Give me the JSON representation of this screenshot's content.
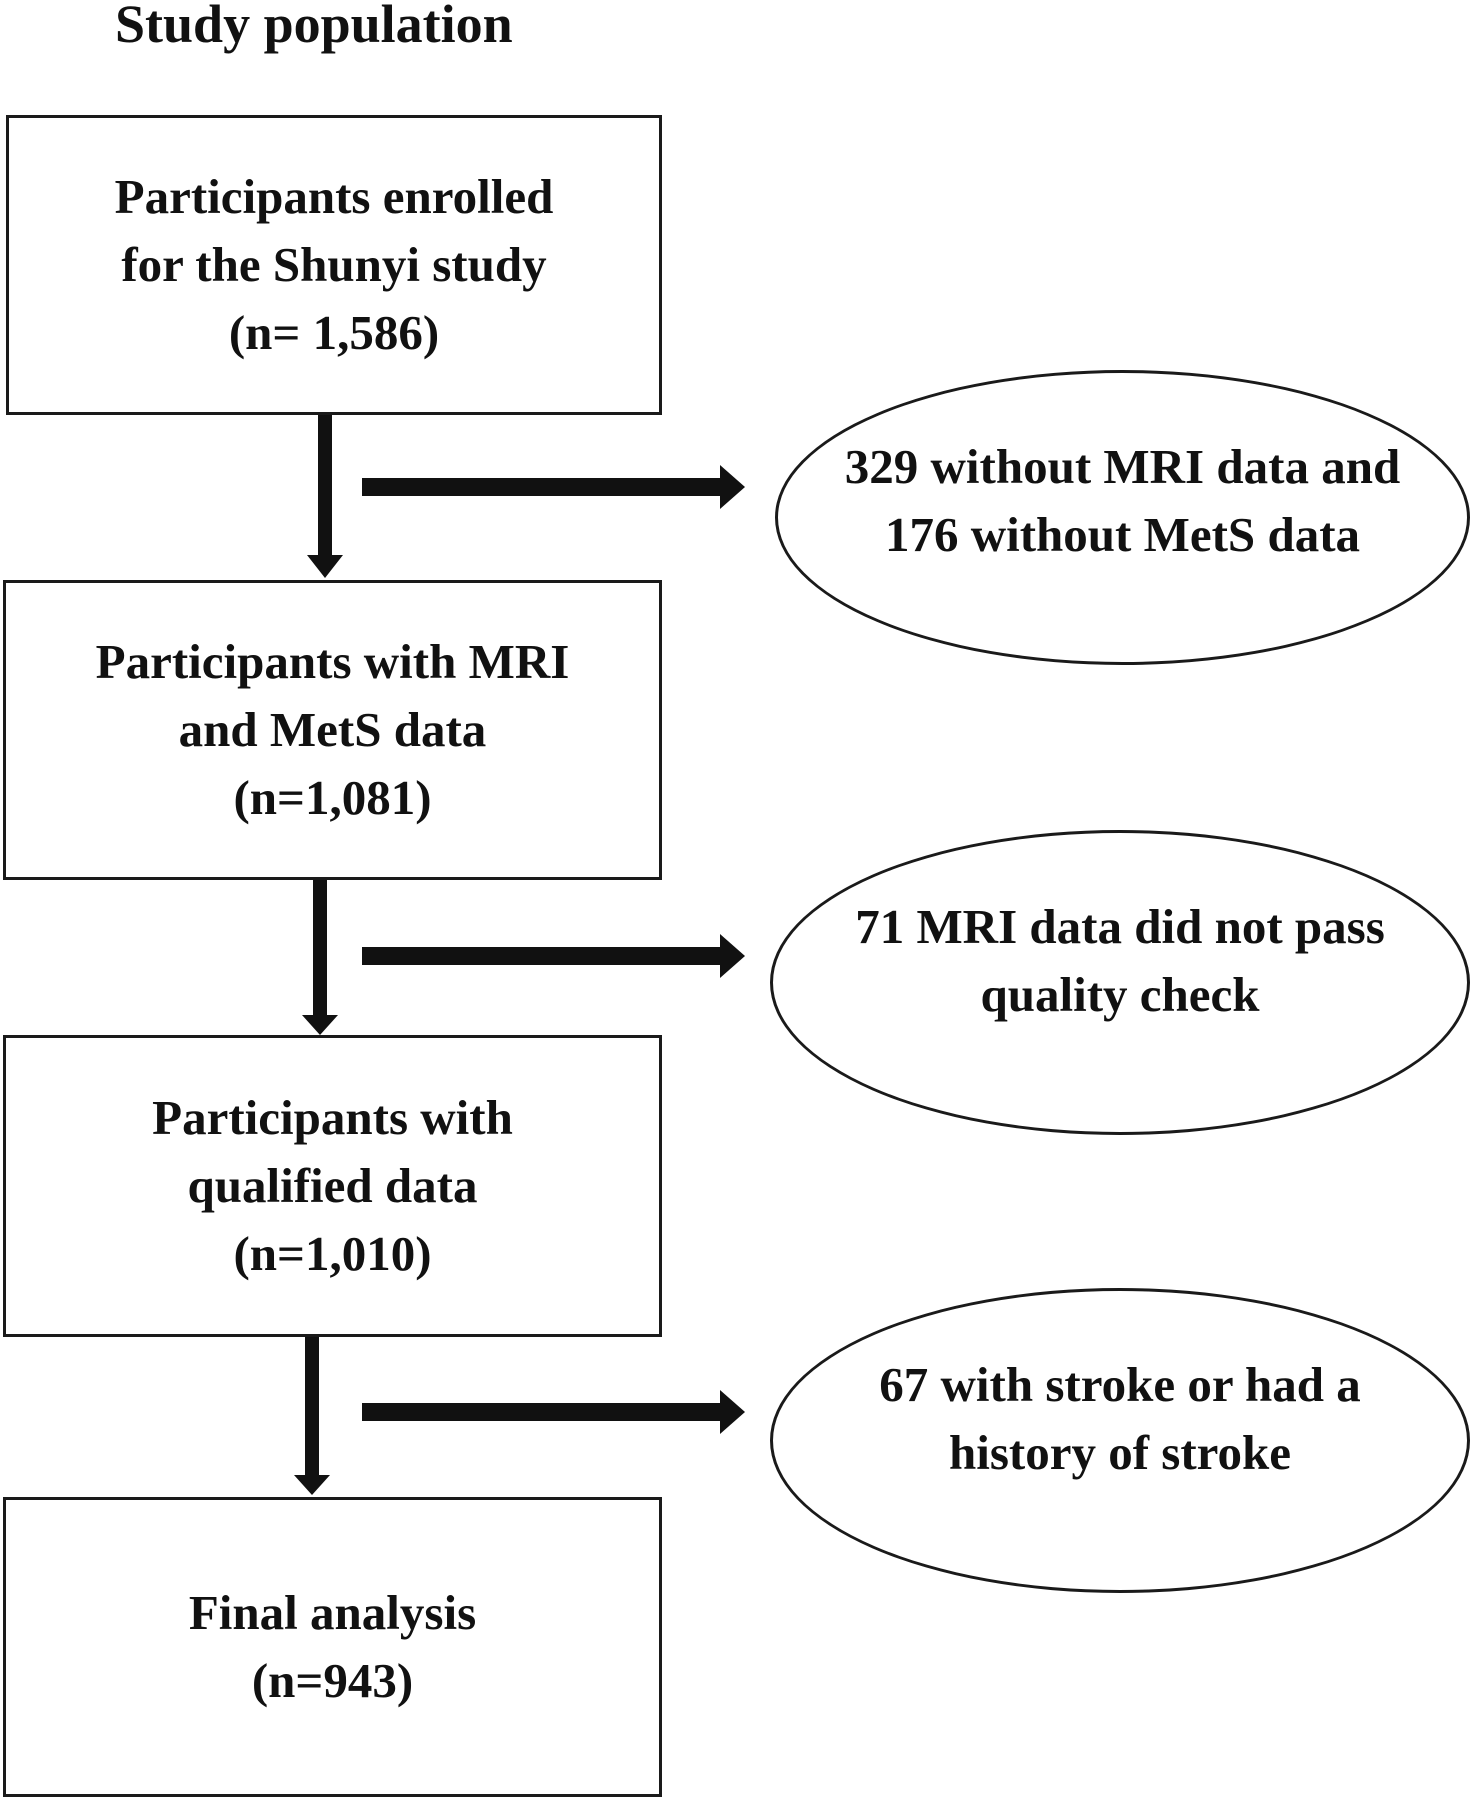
{
  "title": "Study population",
  "boxes": [
    {
      "lines": [
        "Participants enrolled",
        "for the Shunyi study",
        "(n= 1,586)"
      ]
    },
    {
      "lines": [
        "Participants with MRI",
        "and MetS data",
        "(n=1,081)"
      ]
    },
    {
      "lines": [
        "Participants with",
        "qualified data",
        "(n=1,010)"
      ]
    },
    {
      "lines": [
        "Final analysis",
        "(n=943)"
      ]
    }
  ],
  "exclusions": [
    {
      "lines": [
        "329 without MRI data and",
        "176 without MetS data"
      ]
    },
    {
      "lines": [
        "71 MRI data did not pass",
        "quality check"
      ]
    },
    {
      "lines": [
        "67 with stroke or had a",
        "history of stroke"
      ]
    }
  ]
}
